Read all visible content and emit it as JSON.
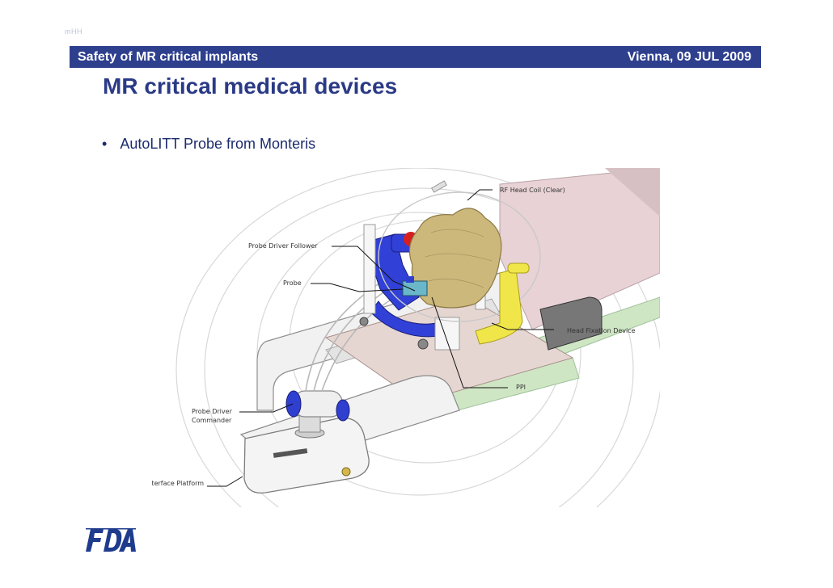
{
  "cdrh_tag": "mHH",
  "banner": {
    "left_text": "Safety of MR critical implants",
    "right_text": "Vienna, 09 JUL 2009"
  },
  "title": "MR critical medical devices",
  "bullets": [
    {
      "marker": "•",
      "text": "AutoLITT Probe from Monteris"
    }
  ],
  "figure_labels": {
    "rf_head_coil": "RF Head Coil (Clear)",
    "probe_driver_follower": "Probe Driver Follower",
    "probe": "Probe",
    "head_fixation_device": "Head Fixation Device",
    "ppi": "PPI",
    "probe_driver_commander_line1": "Probe Driver",
    "probe_driver_commander_line2": "Commander",
    "interface_platform": "Interface Platform"
  },
  "logo": {
    "text": "FDA"
  },
  "colors": {
    "banner_bg": "#2e3f8e",
    "title_color": "#2b3a86",
    "fda_blue": "#1f3b8e",
    "device_blue": "#2f3fd0",
    "fixation_yellow": "#f0e64a",
    "head_tan": "#cdb87c"
  }
}
